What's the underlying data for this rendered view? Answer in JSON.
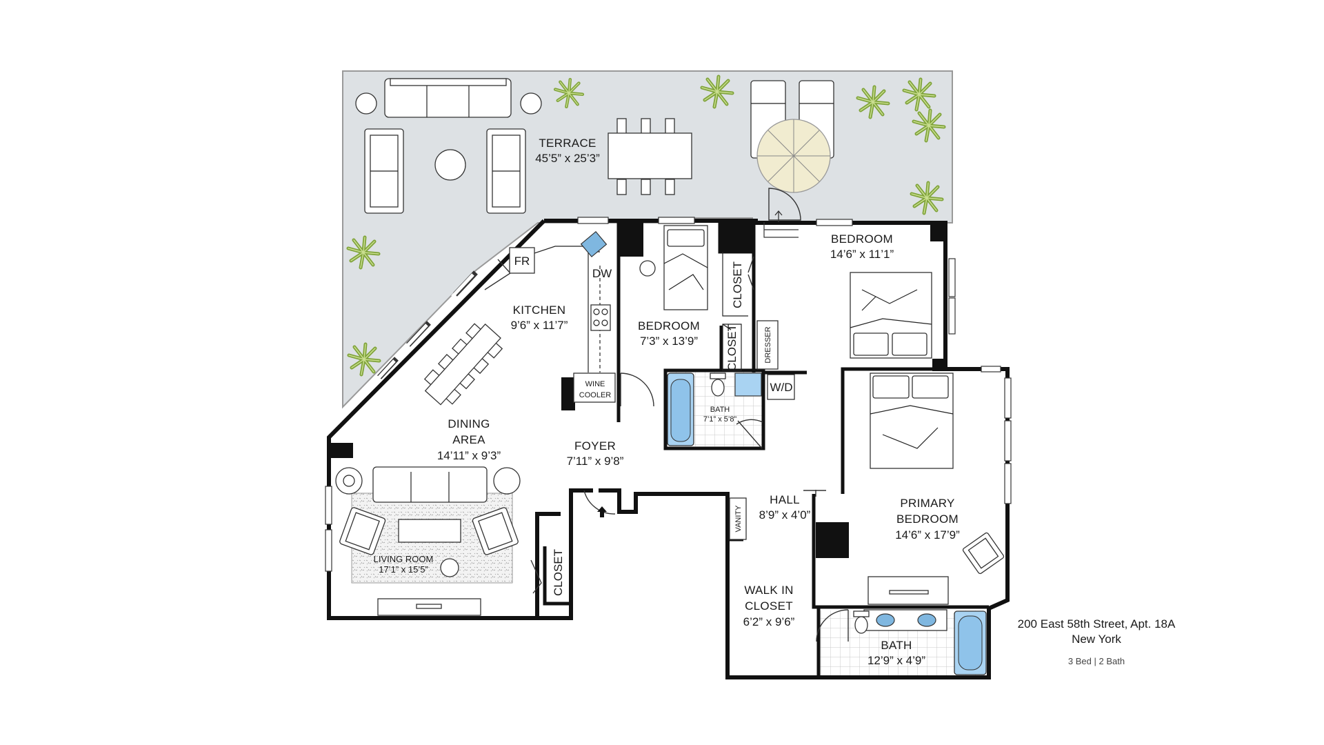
{
  "rooms": {
    "terrace": {
      "name": "TERRACE",
      "dims": "45’5” x 25’3”"
    },
    "kitchen": {
      "name": "KITCHEN",
      "dims": "9’6” x 11’7”"
    },
    "fr": "FR",
    "dw": "DW",
    "wine_cooler_1": "WINE",
    "wine_cooler_2": "COOLER",
    "dining": {
      "name1": "DINING",
      "name2": "AREA",
      "dims": "14’11” x 9’3”"
    },
    "living": {
      "name": "LIVING ROOM",
      "dims": "17’1” x 15’5”"
    },
    "foyer": {
      "name": "FOYER",
      "dims": "7’11” x 9’8”"
    },
    "bedroom_small": {
      "name": "BEDROOM",
      "dims": "7’3” x 13’9”"
    },
    "bedroom_upper": {
      "name": "BEDROOM",
      "dims": "14’6” x 11’1”"
    },
    "closet_a": "CLOSET",
    "closet_b": "CLOSET",
    "closet_c": "CLOSET",
    "dresser": "DRESSER",
    "bath_small": {
      "name": "BATH",
      "dims": "7’1” x 5’8”"
    },
    "wd": "W/D",
    "hall": {
      "name": "HALL",
      "dims": "8’9” x 4’0”"
    },
    "vanity": "VANITY",
    "walk_in": {
      "name1": "WALK IN",
      "name2": "CLOSET",
      "dims": "6’2” x 9’6”"
    },
    "primary": {
      "name1": "PRIMARY",
      "name2": "BEDROOM",
      "dims": "14’6” x 17’9”"
    },
    "bath_primary": {
      "name": "BATH",
      "dims": "12’9” x 4’9”"
    }
  },
  "listing": {
    "address": "200 East 58th Street, Apt. 18A",
    "city": "New York",
    "summary": "3 Bed | 2 Bath"
  },
  "colors": {
    "terrace": "#dde1e4",
    "walls": "#111111",
    "tub": "#a9d3f2",
    "plant": "#7fa33a"
  }
}
